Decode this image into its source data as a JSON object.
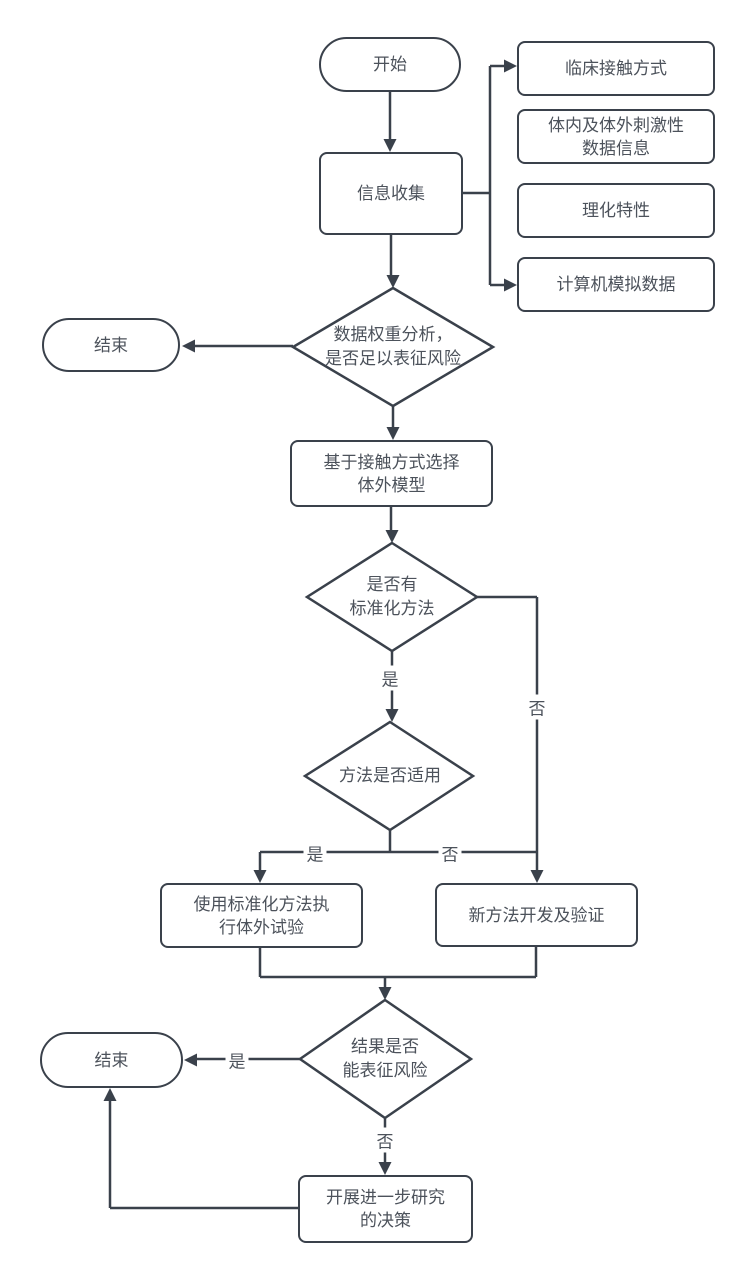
{
  "flowchart": {
    "nodes": {
      "start": {
        "label": "开始",
        "type": "terminator"
      },
      "info_collection": {
        "label": "信息收集",
        "type": "process"
      },
      "clinical_contact": {
        "label": "临床接触方式",
        "type": "data"
      },
      "in_vivo_in_vitro": {
        "label": "体内及体外刺激性\n数据信息",
        "type": "data"
      },
      "physchem": {
        "label": "理化特性",
        "type": "data"
      },
      "computer_sim": {
        "label": "计算机模拟数据",
        "type": "data"
      },
      "weight_of_evidence": {
        "label": "数据权重分析，\n是否足以表征风险",
        "type": "decision"
      },
      "end_1": {
        "label": "结束",
        "type": "terminator"
      },
      "select_model": {
        "label": "基于接触方式选择\n体外模型",
        "type": "process"
      },
      "standardized_method": {
        "label": "是否有\n标准化方法",
        "type": "decision"
      },
      "method_applicable": {
        "label": "方法是否适用",
        "type": "decision"
      },
      "use_standard": {
        "label": "使用标准化方法执\n行体外试验",
        "type": "process"
      },
      "new_method": {
        "label": "新方法开发及验证",
        "type": "process"
      },
      "result_characterize": {
        "label": "结果是否\n能表征风险",
        "type": "decision"
      },
      "end_2": {
        "label": "结束",
        "type": "terminator"
      },
      "further_research": {
        "label": "开展进一步研究\n的决策",
        "type": "process"
      }
    },
    "edge_labels": {
      "std_yes": "是",
      "std_no": "否",
      "applicable_yes": "是",
      "applicable_no": "否",
      "result_yes": "是",
      "result_no": "否"
    },
    "colors": {
      "stroke": "#3a414b",
      "text": "#4c525b",
      "background": "#ffffff"
    }
  }
}
